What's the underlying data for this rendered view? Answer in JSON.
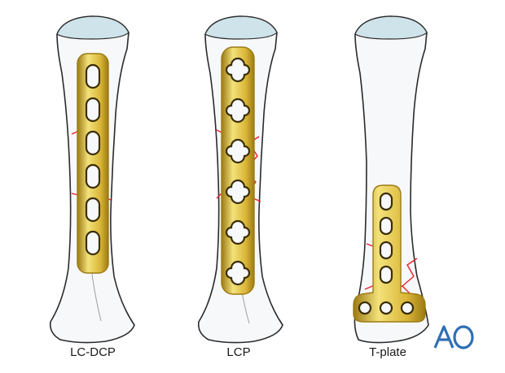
{
  "figure": {
    "captions": [
      "LC-DCP",
      "LCP",
      "T-plate"
    ],
    "logo_text": "AO"
  },
  "colors": {
    "bone_fill": "#f7f8f9",
    "bone_stroke": "#2b2b2b",
    "cartilage": "#cfe3ea",
    "plate_light": "#f3e27a",
    "plate_mid": "#d9b536",
    "plate_dark": "#9c7a14",
    "fracture": "#e8202a",
    "logo": "#2f6fb4"
  },
  "icons": [
    "bone-icon",
    "plate-icon",
    "fracture-line-icon",
    "ao-logo-icon"
  ]
}
